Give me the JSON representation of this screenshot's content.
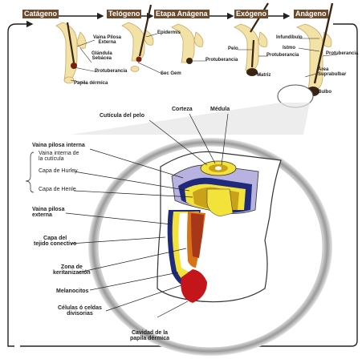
{
  "stages": [
    {
      "title": "Catágeno"
    },
    {
      "title": "Telógeno"
    },
    {
      "title": "Etapa Anágena"
    },
    {
      "title": "Exógeno"
    },
    {
      "title": "Anágeno"
    }
  ],
  "top_labels": {
    "vaina_pilosa_externa": [
      "Vaina Pilosa",
      "Externa"
    ],
    "glandula_sebacea": [
      "Glándula",
      "Sebácea"
    ],
    "protuberancia_1": "Protuberancia",
    "papila_dermica": "Papila dérmica",
    "epidermis": "Epidermis",
    "sec_gem": "Sec Gem",
    "protuberancia_3": "Protuberancia",
    "pelo": "Pelo",
    "protuberancia_4": "Protuberancia",
    "matriz": "Matriz",
    "infundibulo": "Infundíbulo",
    "istmo": "Istmo",
    "protuberancia_5": "Protuberancia",
    "area_suprabulbar": [
      "Área",
      "Suprabulbar"
    ],
    "bulbo": "Bulbo"
  },
  "detail_labels": {
    "cuticula_del_pelo": "Cutícula del pelo",
    "corteza": "Corteza",
    "medula": "Médula",
    "vaina_pilosa_interna": "Vaina pilosa interna",
    "vaina_interna_cuticula": [
      "Vaina interna de",
      "la cutícula"
    ],
    "capa_de_hurley": "Capa de Hurley",
    "capa_de_henle": "Capa de Henle",
    "vaina_pilosa_externa": [
      "Vaina pilosa",
      "externa"
    ],
    "capa_tejido_conectivo": [
      "Capa del",
      "tejido conectivo"
    ],
    "zona_keritanizacion": [
      "Zona de",
      "keritanización"
    ],
    "melanocitos": "Melanocitos",
    "celulas_divisorias": [
      "Células ó celdas",
      "divisorias"
    ],
    "cavidad_papila": [
      "Cavidad de la",
      "papila dérmica"
    ]
  },
  "colors": {
    "stage_title_bg": "#6b4a2e",
    "skin": "#f3e2a6",
    "hair": "#3a2514",
    "bulb": "#7a1f10",
    "navy": "#1f2a7a",
    "lavender": "#b8b2e0",
    "yellow": "#f3e23a",
    "gold": "#c9a21a",
    "red": "#c4151b",
    "orange": "#d9731a",
    "ring": "#bdbdbd"
  }
}
